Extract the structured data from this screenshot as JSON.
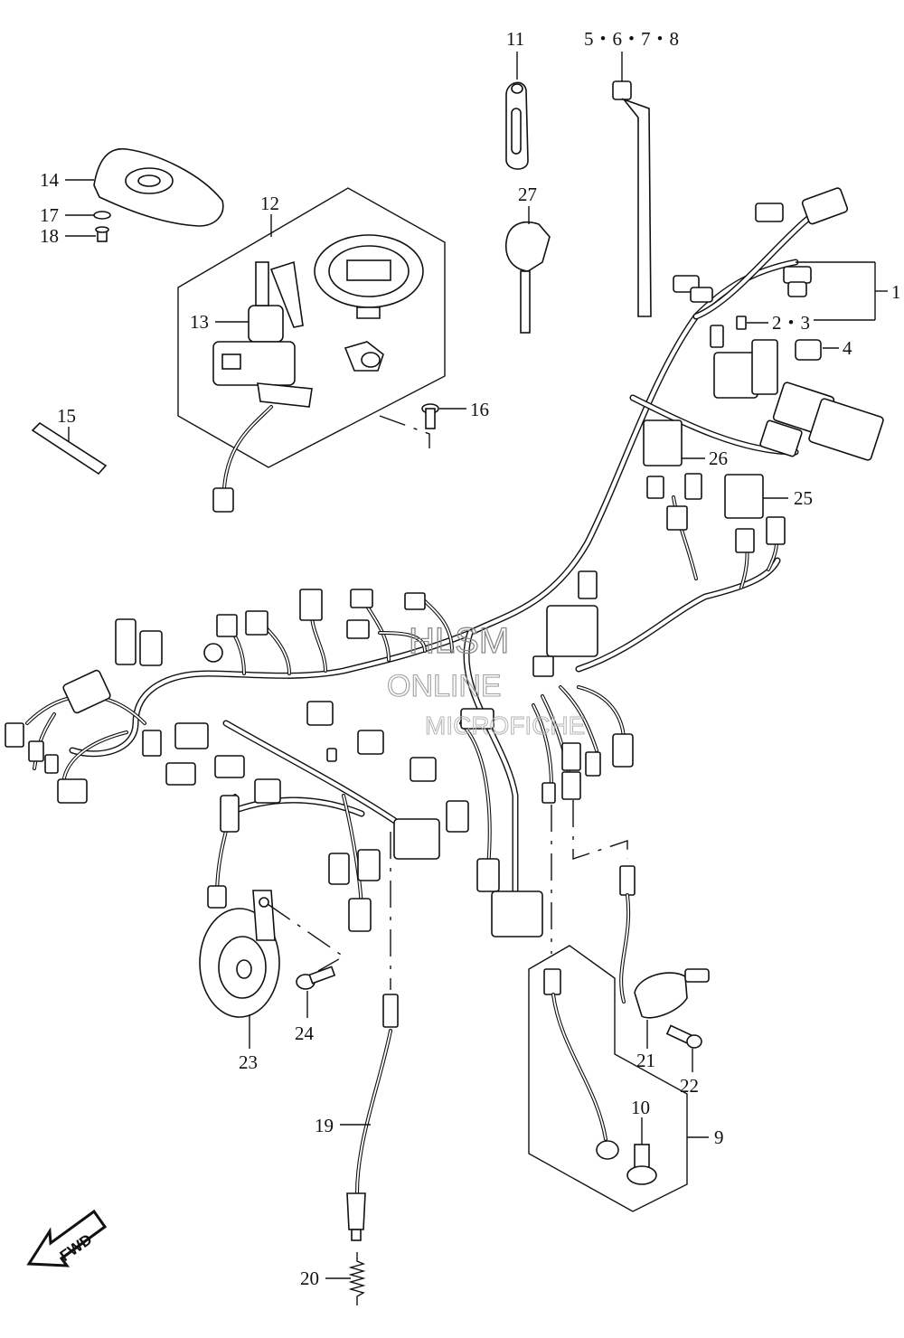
{
  "callouts": [
    {
      "id": "c11",
      "text": "11"
    },
    {
      "id": "c5678",
      "text": "5・6・7・8"
    },
    {
      "id": "c14",
      "text": "14"
    },
    {
      "id": "c17",
      "text": "17"
    },
    {
      "id": "c18",
      "text": "18"
    },
    {
      "id": "c12",
      "text": "12"
    },
    {
      "id": "c27",
      "text": "27"
    },
    {
      "id": "c1",
      "text": "1"
    },
    {
      "id": "c13",
      "text": "13"
    },
    {
      "id": "c23b",
      "text": "2・3"
    },
    {
      "id": "c4",
      "text": "4"
    },
    {
      "id": "c15",
      "text": "15"
    },
    {
      "id": "c16",
      "text": "16"
    },
    {
      "id": "c26",
      "text": "26"
    },
    {
      "id": "c25",
      "text": "25"
    },
    {
      "id": "c21",
      "text": "21"
    },
    {
      "id": "c22",
      "text": "22"
    },
    {
      "id": "c23",
      "text": "23"
    },
    {
      "id": "c24",
      "text": "24"
    },
    {
      "id": "c10",
      "text": "10"
    },
    {
      "id": "c9",
      "text": "9"
    },
    {
      "id": "c19",
      "text": "19"
    },
    {
      "id": "c20",
      "text": "20"
    }
  ],
  "watermark": {
    "line1": "HLSM",
    "line2": "ONLINE",
    "line3": "MICROFICHE"
  },
  "direction_arrow": {
    "label": "FWD",
    "icon": "arrow-forward-icon"
  }
}
